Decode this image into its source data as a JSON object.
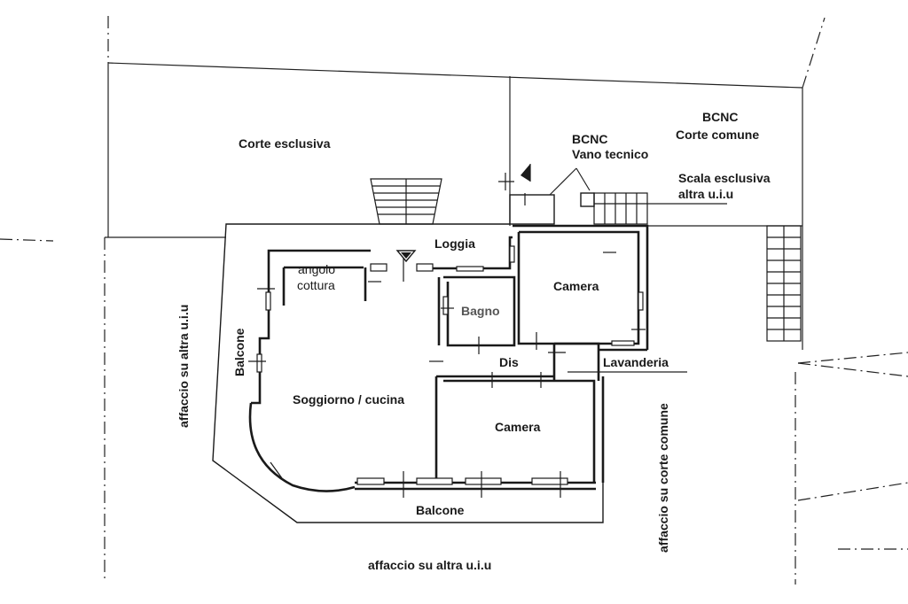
{
  "labels": {
    "corte_esclusiva": "Corte esclusiva",
    "bcnc_1": "BCNC",
    "corte_comune": "Corte comune",
    "bcnc_2": "BCNC",
    "vano_tecnico": "Vano tecnico",
    "scala_esclusiva": "Scala esclusiva",
    "altra_uiu": "altra u.i.u",
    "loggia": "Loggia",
    "angolo": "angolo",
    "cottura": "cottura",
    "camera_top": "Camera",
    "bagno": "Bagno",
    "dis": "Dis",
    "lavanderia": "Lavanderia",
    "soggiorno_cucina": "Soggiorno / cucina",
    "camera_bottom": "Camera",
    "balcone_left": "Balcone",
    "balcone_bottom": "Balcone",
    "affaccio_left": "affaccio su altra u.i.u",
    "affaccio_right": "affaccio su corte comune",
    "affaccio_bottom": "affaccio su altra u.i.u"
  },
  "colors": {
    "line": "#1a1a1a",
    "background": "#ffffff",
    "bagno_text": "#555555"
  }
}
